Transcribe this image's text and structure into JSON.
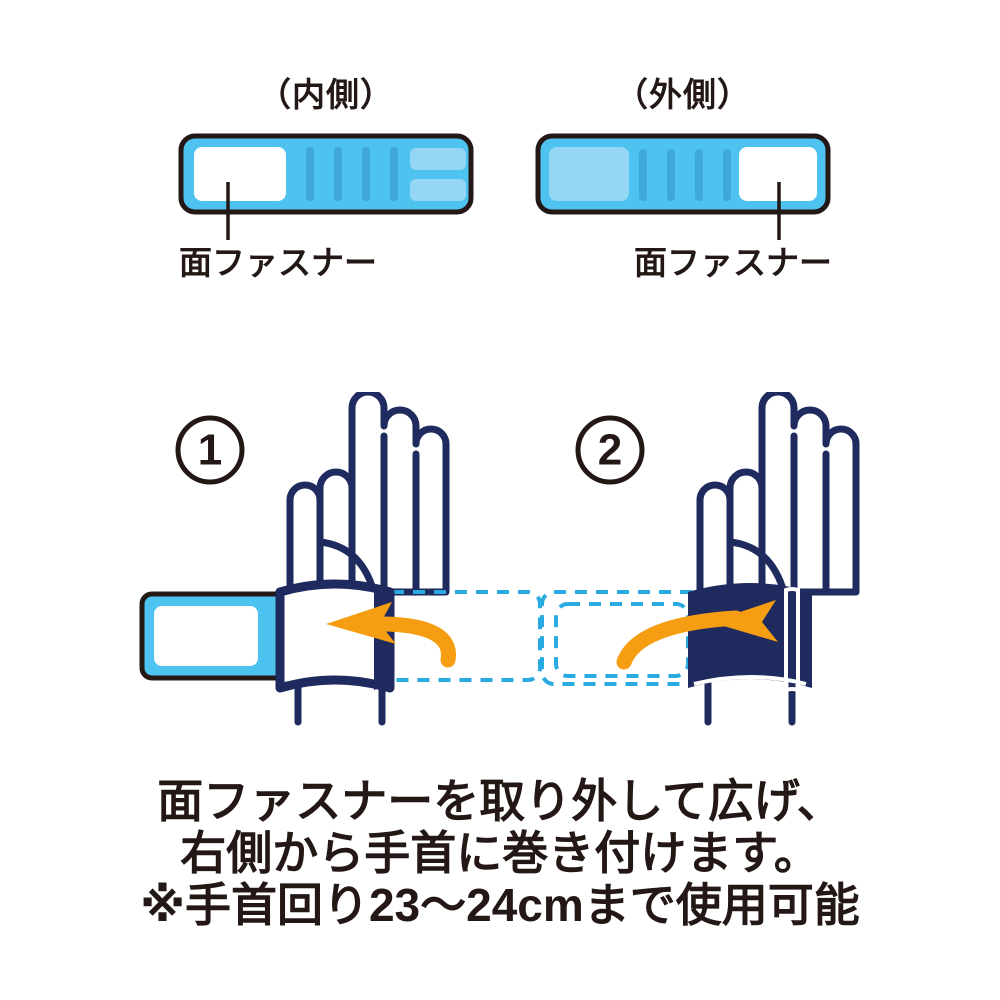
{
  "colors": {
    "band_blue": "#4FC3F0",
    "band_stripe": "#3FA8D8",
    "band_light": "#95D6F5",
    "band_outline": "#231815",
    "navy": "#1F2A5E",
    "orange": "#F59E12",
    "dashed_blue": "#29ABE2",
    "text": "#231815",
    "white": "#FFFFFF"
  },
  "bands": {
    "inner": {
      "heading": "（内側）",
      "side_key": "inner",
      "fastener_label": "面ファスナー",
      "fastener_position": "left",
      "stripe_count": 4,
      "light_bar_count": 2
    },
    "outer": {
      "heading": "（外側）",
      "side_key": "outer",
      "fastener_label": "面ファスナー",
      "fastener_position": "right",
      "stripe_count": 4,
      "light_bar_count": 0
    }
  },
  "steps": [
    {
      "number": "1",
      "badge_label": "1",
      "arrow_direction": "left",
      "cuff_state": "open",
      "band_side": "left",
      "dashed_outline_side": "right"
    },
    {
      "number": "2",
      "badge_label": "2",
      "arrow_direction": "right",
      "cuff_state": "wrapped",
      "band_side": "none",
      "dashed_outline_side": "left"
    }
  ],
  "caption": {
    "lines": [
      "面ファスナーを取り外して広げ、",
      "右側から手首に巻き付けます。",
      "※手首回り23〜24cmまで使用可能"
    ],
    "line1": "面ファスナーを取り外して広げ、",
    "line2": "右側から手首に巻き付けます。",
    "line3": "※手首回り23〜24cmまで使用可能"
  },
  "icons": {
    "circle_number_badge": "circled-number-icon",
    "hand_outline": "hand-icon",
    "curved_arrow": "curved-arrow-icon",
    "leader_dot": "leader-dot-icon"
  }
}
